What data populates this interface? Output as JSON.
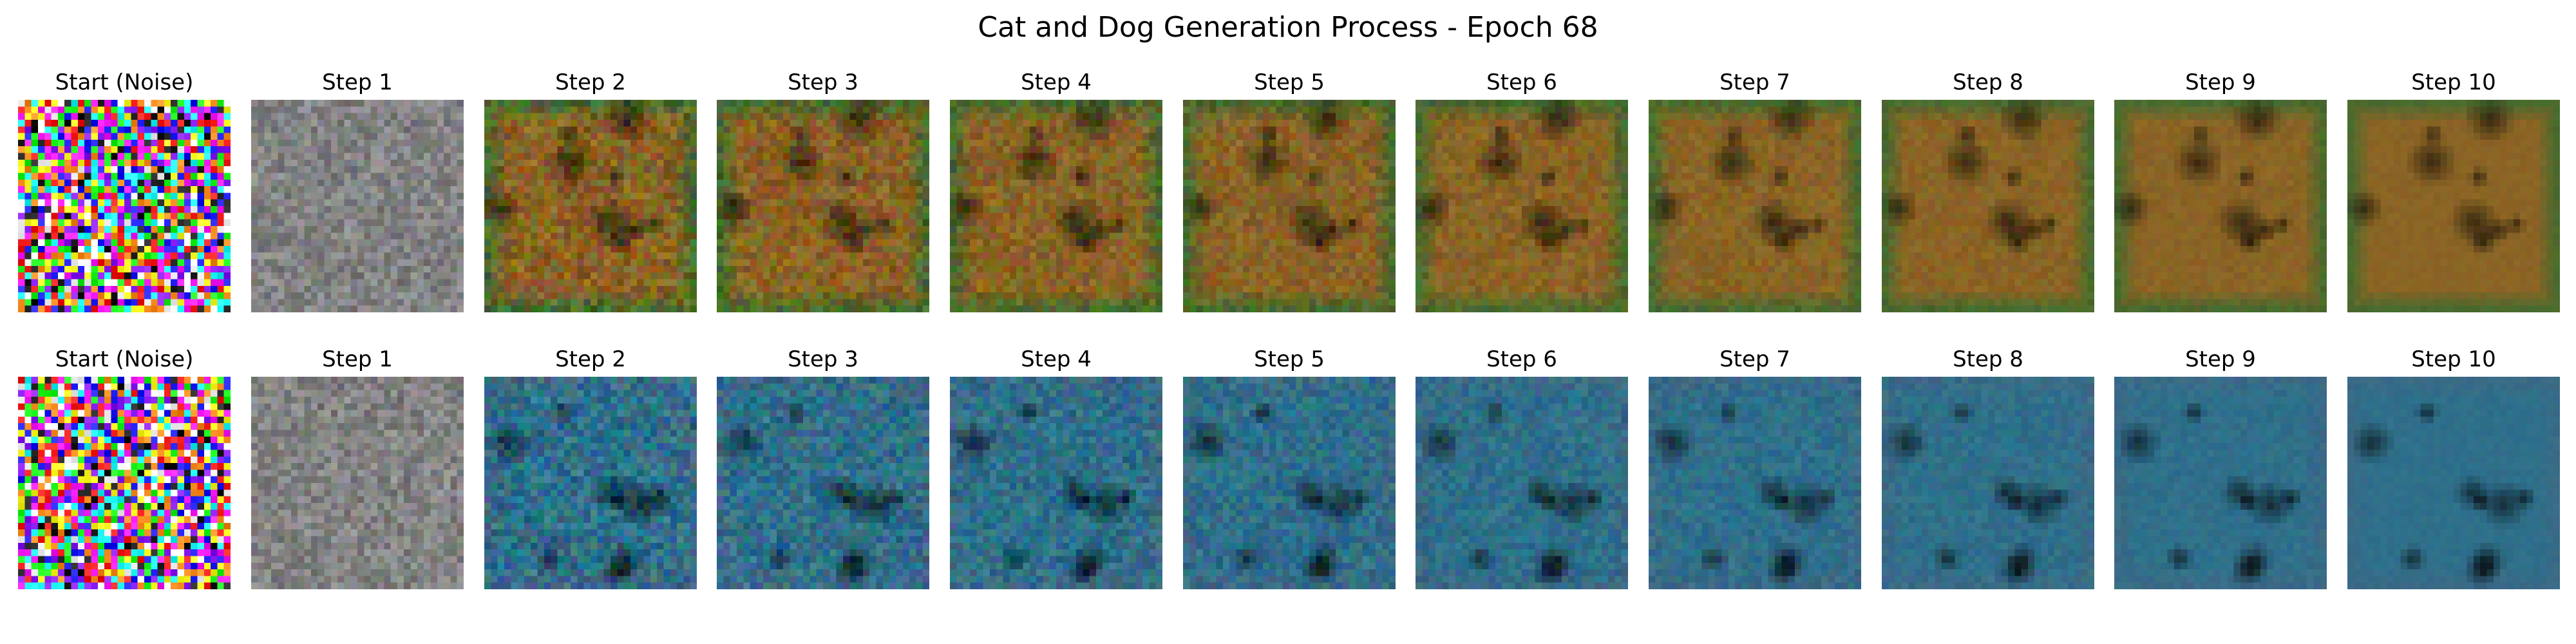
{
  "figure": {
    "title": "Cat and Dog Generation Process - Epoch 68"
  },
  "rows": [
    {
      "name": "cat-row",
      "final_color": "#8a6425",
      "border_color": "#4a6a2e",
      "panels": [
        {
          "label": "Start (Noise)",
          "kind": "noise"
        },
        {
          "label": "Step 1",
          "kind": "gray"
        },
        {
          "label": "Step 2",
          "kind": "image"
        },
        {
          "label": "Step 3",
          "kind": "image"
        },
        {
          "label": "Step 4",
          "kind": "image"
        },
        {
          "label": "Step 5",
          "kind": "image"
        },
        {
          "label": "Step 6",
          "kind": "image"
        },
        {
          "label": "Step 7",
          "kind": "image"
        },
        {
          "label": "Step 8",
          "kind": "image"
        },
        {
          "label": "Step 9",
          "kind": "image"
        },
        {
          "label": "Step 10",
          "kind": "image"
        }
      ]
    },
    {
      "name": "dog-row",
      "final_color": "#2f6f8a",
      "border_color": "#3a6a86",
      "panels": [
        {
          "label": "Start (Noise)",
          "kind": "noise"
        },
        {
          "label": "Step 1",
          "kind": "gray"
        },
        {
          "label": "Step 2",
          "kind": "image"
        },
        {
          "label": "Step 3",
          "kind": "image"
        },
        {
          "label": "Step 4",
          "kind": "image"
        },
        {
          "label": "Step 5",
          "kind": "image"
        },
        {
          "label": "Step 6",
          "kind": "image"
        },
        {
          "label": "Step 7",
          "kind": "image"
        },
        {
          "label": "Step 8",
          "kind": "image"
        },
        {
          "label": "Step 9",
          "kind": "image"
        },
        {
          "label": "Step 10",
          "kind": "image"
        }
      ]
    }
  ]
}
